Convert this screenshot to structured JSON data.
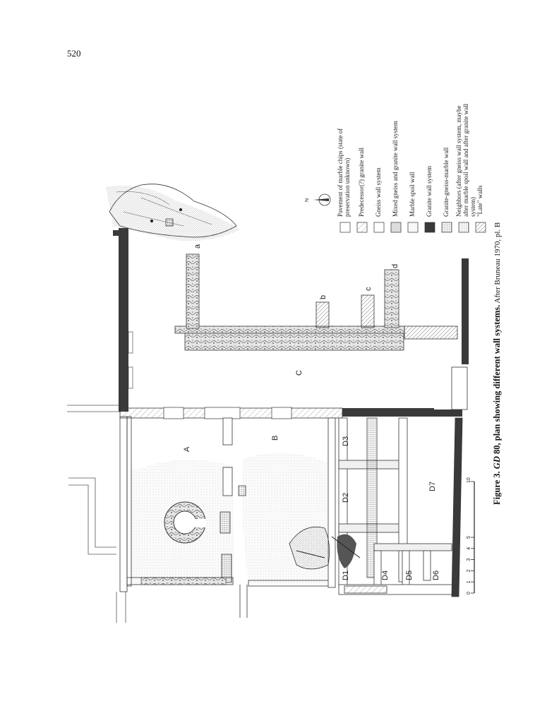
{
  "page_number": "520",
  "caption": {
    "prefix": "Figure 3. ",
    "italic": "GD",
    "main": " 80, plan showing different wall systems.",
    "after": " After Bruneau 1970, pl. B"
  },
  "compass": "N",
  "rooms": {
    "a": "A",
    "b": "B",
    "c": "C",
    "d1": "D1",
    "d2": "D2",
    "d3": "D3",
    "d4": "D4",
    "d5": "D5",
    "d6": "D6",
    "d7": "D7"
  },
  "wall_marks": {
    "a": "a",
    "b": "b",
    "c": "c",
    "d": "d"
  },
  "scale_ticks": [
    "0",
    "1",
    "2",
    "3",
    "4",
    "5",
    "10"
  ],
  "legend": [
    {
      "label": "Pavement of marble chips (state of preservation unknown)",
      "pattern": "blank"
    },
    {
      "label": "Predecessor(?) granite wall",
      "pattern": "diag-sparse"
    },
    {
      "label": "Gneiss wall system",
      "pattern": "blank"
    },
    {
      "label": "Mixed gneiss and granite wall system",
      "pattern": "light-grey"
    },
    {
      "label": "Marble spoil wall",
      "pattern": "dotted"
    },
    {
      "label": "Granite wall system",
      "pattern": "dark"
    },
    {
      "label": "Granite-gneiss-marble wall",
      "pattern": "grid"
    },
    {
      "label": "Neighbors (after gneiss wall system, maybe after marble spoil wall and after granite wall system)",
      "pattern": "hatch-vertical"
    },
    {
      "label": "\"Late\" walls",
      "pattern": "diag"
    }
  ]
}
